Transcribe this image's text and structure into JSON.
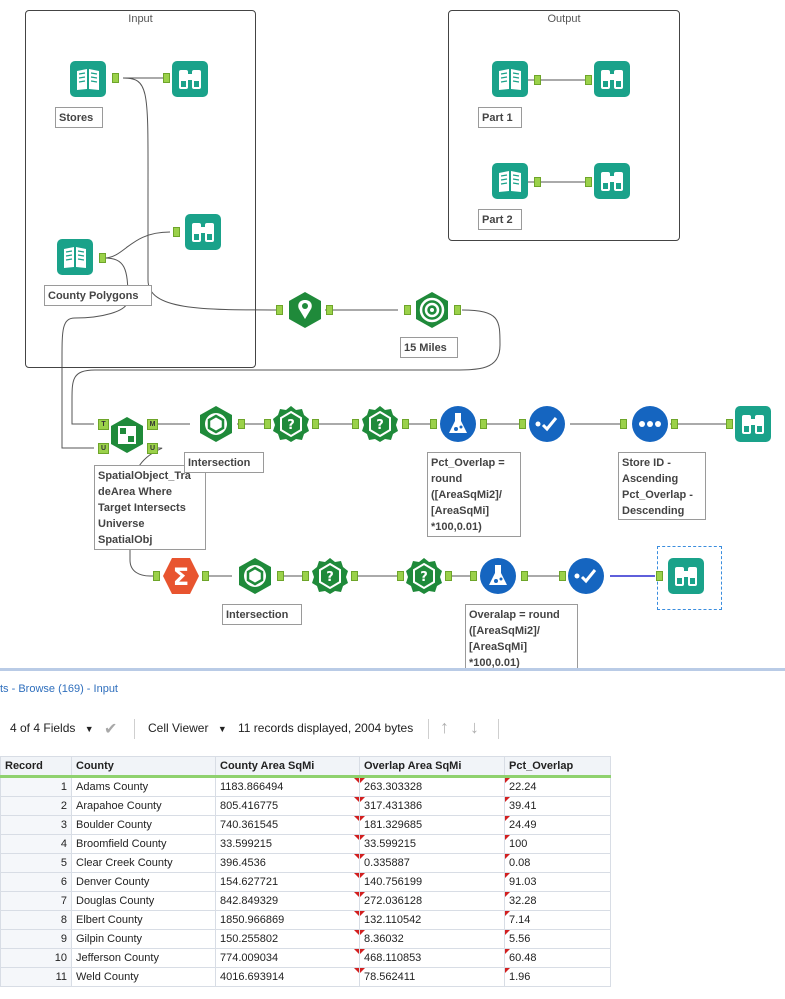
{
  "colors": {
    "browse": "#1aa28a",
    "input": "#1aa28a",
    "spatial": "#1f8a3a",
    "formula": "#1565c0",
    "summarize": "#e8542f",
    "anchor": "#9bd14a",
    "link": "#2f6fbd",
    "header_underline": "#8fd16e"
  },
  "canvas": {
    "containers": {
      "input_title": "Input",
      "output_title": "Output"
    },
    "annotations": {
      "stores": "Stores",
      "county_polygons": "County Polygons",
      "part1": "Part 1",
      "part2": "Part 2",
      "miles": "15 Miles",
      "spatial_match": "SpatialObject_Tra\ndeArea Where\nTarget Intersects\nUniverse\nSpatialObj",
      "intersection1": "Intersection",
      "intersection2": "Intersection",
      "formula1": "Pct_Overlap =\nround\n([AreaSqMi2]/\n[AreaSqMi]\n*100,0.01)",
      "sort": "Store ID -\nAscending\nPct_Overlap -\nDescending",
      "formula2": "Overalap = round\n([AreaSqMi2]/\n[AreaSqMi]\n*100,0.01)"
    },
    "anchor_labels": {
      "t": "T",
      "u": "U",
      "m": "M",
      "u_out": "U"
    },
    "icons": [
      "book-input-icon",
      "binoculars-icon",
      "map-pin-icon",
      "target-rings-icon",
      "puzzle-icon",
      "hexagon-spatial-icon",
      "question-badge-icon",
      "flask-icon",
      "select-check-icon",
      "sort-dots-icon",
      "sigma-icon"
    ]
  },
  "results": {
    "title": "ts - Browse (169) - Input",
    "toolbar": {
      "fields": "4 of 4 Fields",
      "cell_viewer": "Cell Viewer",
      "summary": "11 records displayed, 2004 bytes"
    },
    "columns": [
      "Record",
      "County",
      "County Area SqMi",
      "Overlap Area SqMi",
      "Pct_Overlap"
    ],
    "rows": [
      [
        "1",
        "Adams County",
        "1183.866494",
        "263.303328",
        "22.24"
      ],
      [
        "2",
        "Arapahoe County",
        "805.416775",
        "317.431386",
        "39.41"
      ],
      [
        "3",
        "Boulder County",
        "740.361545",
        "181.329685",
        "24.49"
      ],
      [
        "4",
        "Broomfield County",
        "33.599215",
        "33.599215",
        "100"
      ],
      [
        "5",
        "Clear Creek County",
        "396.4536",
        "0.335887",
        "0.08"
      ],
      [
        "6",
        "Denver County",
        "154.627721",
        "140.756199",
        "91.03"
      ],
      [
        "7",
        "Douglas County",
        "842.849329",
        "272.036128",
        "32.28"
      ],
      [
        "8",
        "Elbert County",
        "1850.966869",
        "132.110542",
        "7.14"
      ],
      [
        "9",
        "Gilpin County",
        "150.255802",
        "8.36032",
        "5.56"
      ],
      [
        "10",
        "Jefferson County",
        "774.009034",
        "468.110853",
        "60.48"
      ],
      [
        "11",
        "Weld County",
        "4016.693914",
        "78.562411",
        "1.96"
      ]
    ]
  }
}
